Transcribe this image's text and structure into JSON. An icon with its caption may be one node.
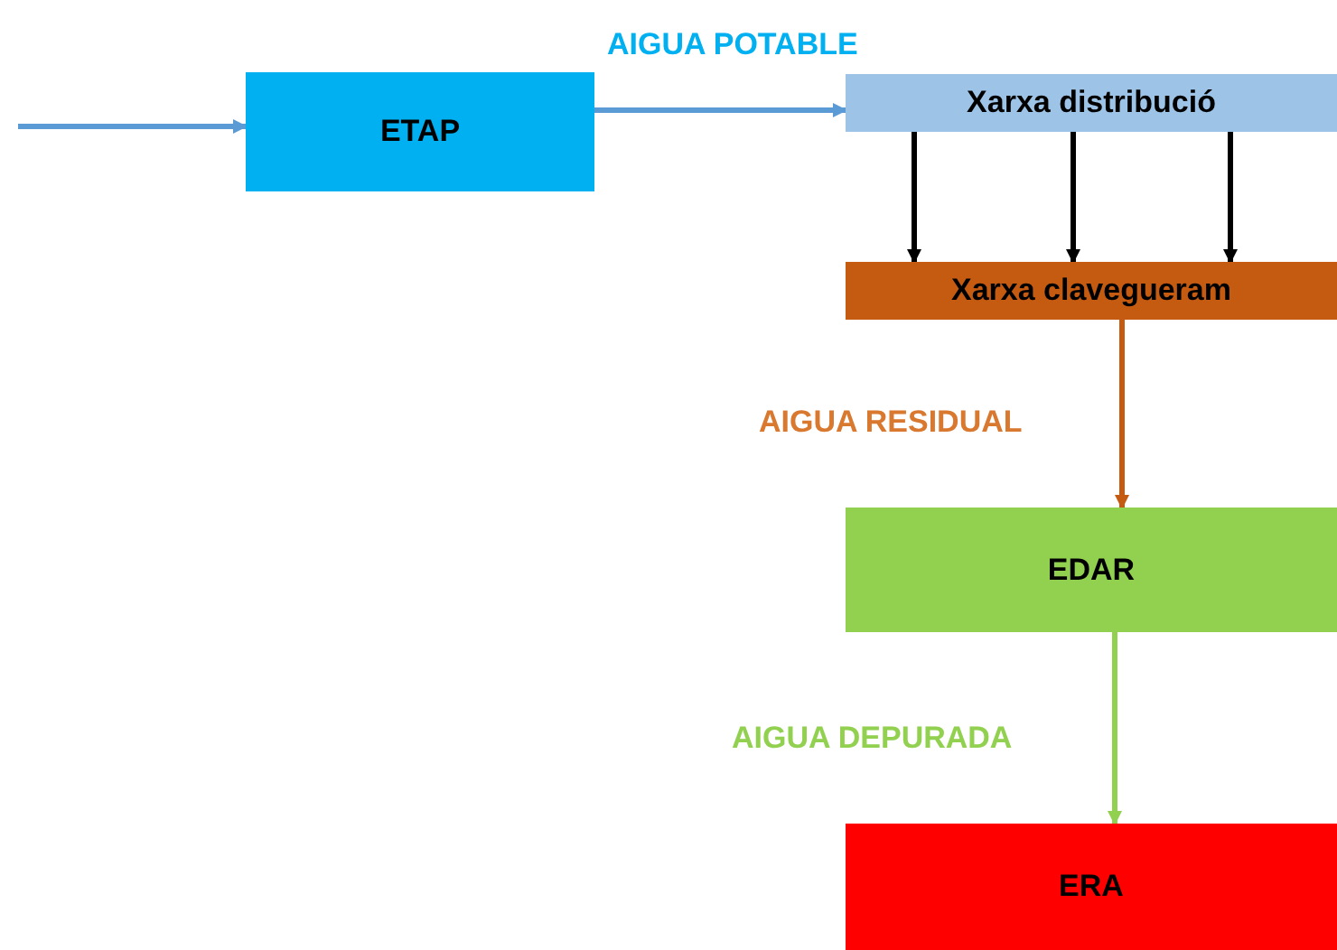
{
  "diagram": {
    "nodes": [
      {
        "text": [
          "ETAP"
        ]
      },
      {
        "text": [
          "Xarxa distribució"
        ]
      },
      {
        "text": [
          "Xarxa clavegueram"
        ]
      },
      {
        "text": [
          "EDAR"
        ]
      },
      {
        "text": [
          "ERA"
        ]
      }
    ],
    "edges": [
      {
        "from": null,
        "to": 0,
        "arrow": "to",
        "color": "#5b9bd5"
      },
      {
        "from": 0,
        "to": 1,
        "arrow": "to",
        "label": "AIGUA POTABLE",
        "color": "#5b9bd5"
      },
      {
        "from": 1,
        "to": 2,
        "arrow": "to"
      },
      {
        "from": 1,
        "to": 2,
        "arrow": "to"
      },
      {
        "from": 1,
        "to": 2,
        "arrow": "to"
      },
      {
        "from": 2,
        "to": 3,
        "arrow": "to",
        "label": "AIGUA RESIDUAL",
        "color": "#c55a11"
      },
      {
        "from": 3,
        "to": 4,
        "arrow": "to",
        "label": "AIGUA DEPURADA",
        "color": "#92d050"
      }
    ]
  }
}
